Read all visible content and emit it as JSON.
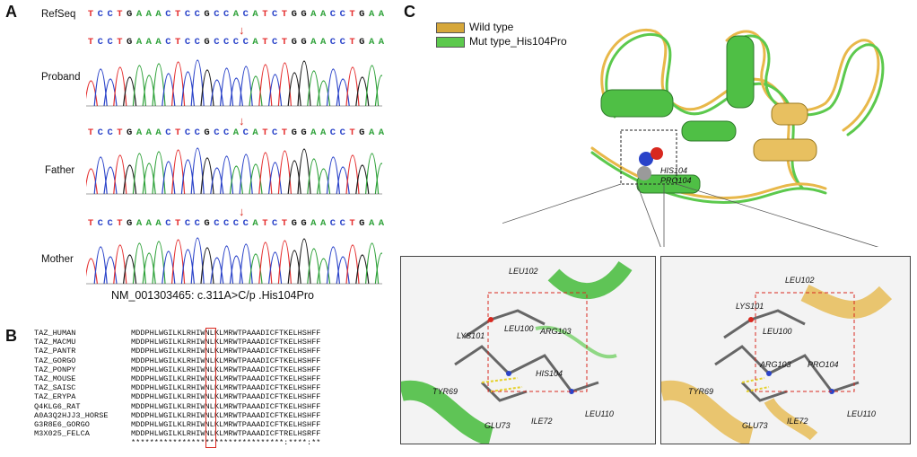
{
  "panels": {
    "a": "A",
    "b": "B",
    "c": "C"
  },
  "panel_a": {
    "refseq_label": "RefSeq",
    "refseq": "TCCTGAAACTCCGCCACATCTGGAACCTGAA",
    "proband_seq": "TCCTGAAACTCCGCCCCATCTGGAACCTGAA",
    "father_seq": "TCCTGAAACTCCGCCACATCTGGAACCTGAA",
    "mother_seq": "TCCTGAAACTCCGCCCCATCTGGAACCTGAA",
    "proband_label": "Proband",
    "father_label": "Father",
    "mother_label": "Mother",
    "arrow": "↓",
    "caption": "NM_001303465: c.311A>C/p .His104Pro"
  },
  "panel_b": {
    "names": [
      "TAZ_HUMAN",
      "TAZ_MACMU",
      "TAZ_PANTR",
      "TAZ_GORGO",
      "TAZ_PONPY",
      "TAZ_MOUSE",
      "TAZ_SAISC",
      "TAZ_ERYPA",
      "Q4KLG6_RAT",
      "A0A3Q2HJJ3_HORSE",
      "G3R8E6_GORGO",
      "M3X025_FELCA"
    ],
    "seqs": [
      "MDDPHLWGILKLRHIWNLKLMRWTPAAADICFTKELHSHFF",
      "MDDPHLWGILKLRHIWNLKLMRWTPAAADICFTKELHSHFF",
      "MDDPHLWGILKLRHIWNLKLMRWTPAAADICFTKELHSHFF",
      "MDDPHLWGILKLRHIWNLKLMRWTPAAADICFTKELHSHFF",
      "MDDPHLWGILKLRHIWNLKLMRWTPAAADICFTKELHSHFF",
      "MDDPHLWGILKLRHIWNLKLMRWTPAAADICFTKELHSHFF",
      "MDDPHLWGILKLRHIWNLKLMRWTPAAADICFTKELHSHFF",
      "MDDPHLWGILKLRHIWNLKLMRWTPAAADICFTKELHSHFF",
      "MDDPHLWGILKLRHIWNLKLMRWTPAAADICFTKELHSHFF",
      "MDDPHLWGILKLRHIWNLKLMRWTPAAADICFTKELHSHFF",
      "MDDPHLWGILKLRHIWNLKLMRWTPAAADICFTKELHSHFF",
      "MDDPHLWGILKLRHIWNLKLMRWTPAAADICFTRELHSRFF"
    ],
    "conservation": "*********************************:****:**"
  },
  "panel_c": {
    "legend": [
      {
        "label": "Wild type",
        "color": "#e8b84a"
      },
      {
        "label": "Mut type_His104Pro",
        "color": "#5cc94d"
      }
    ],
    "overview_labels": [
      "HIS104",
      "PRO104"
    ],
    "left_zoom_labels": [
      "LEU102",
      "LYS101",
      "LEU100",
      "ARG103",
      "HIS104",
      "TYR69",
      "GLU73",
      "ILE72",
      "LEU110"
    ],
    "right_zoom_labels": [
      "LEU102",
      "LYS101",
      "LEU100",
      "ARG103",
      "PRO104",
      "TYR69",
      "GLU73",
      "ILE72",
      "LEU110"
    ]
  }
}
